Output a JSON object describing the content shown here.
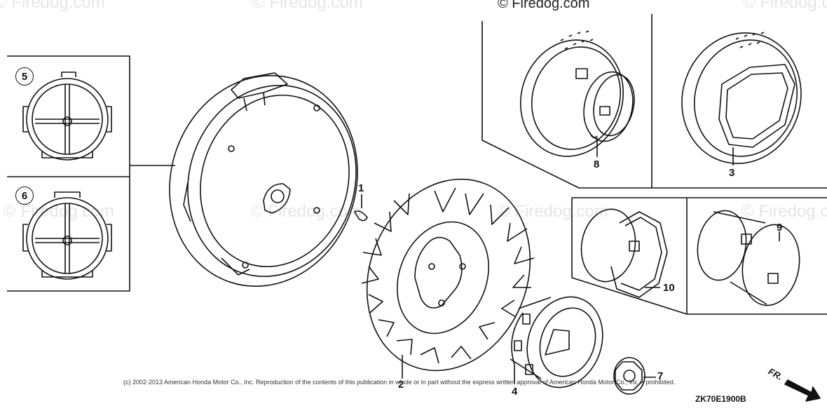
{
  "watermarks": [
    "© Firedog.com",
    "© Firedog.com",
    "© Firedog.com",
    "© Firedog.com",
    "© Firedog.com",
    "© Firedog.com",
    "© Firedog.com",
    "© Firedog.com"
  ],
  "top_watermark": "© Firedog.com",
  "callouts": [
    "1",
    "2",
    "3",
    "4",
    "7",
    "8",
    "9",
    "10"
  ],
  "variant_circles": [
    "5",
    "6"
  ],
  "copyright": "(c) 2002-2013 American Honda Motor Co., Inc. Reproduction of the contents of this publication in whole or in part without the express written approval of American Honda Motor Co., Inc is prohibited.",
  "diagram_code": "ZK70E1900B",
  "direction_label": "FR."
}
